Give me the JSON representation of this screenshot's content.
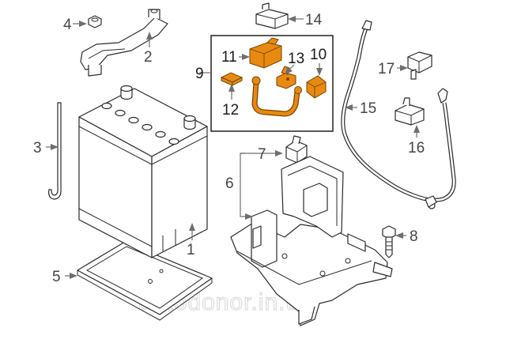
{
  "callouts": {
    "c1": "1",
    "c2": "2",
    "c3": "3",
    "c4": "4",
    "c5": "5",
    "c6": "6",
    "c7": "7",
    "c8": "8",
    "c9": "9",
    "c10": "10",
    "c11": "11",
    "c12": "12",
    "c13": "13",
    "c14": "14",
    "c15": "15",
    "c16": "16",
    "c17": "17"
  },
  "watermark": "autodonor.in.ua",
  "colors": {
    "highlight": "#e88a10",
    "line": "#2a2a2a",
    "callout_text": "#444444"
  }
}
